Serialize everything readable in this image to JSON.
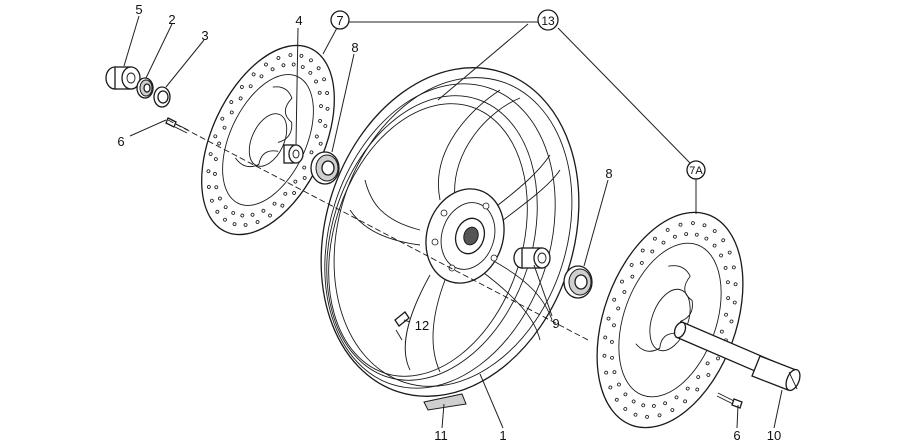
{
  "callouts": [
    {
      "id": "c5",
      "text": "5"
    },
    {
      "id": "c2",
      "text": "2"
    },
    {
      "id": "c3",
      "text": "3"
    },
    {
      "id": "c4",
      "text": "4"
    },
    {
      "id": "c7",
      "text": "7"
    },
    {
      "id": "c13",
      "text": "13"
    },
    {
      "id": "c8a",
      "text": "8"
    },
    {
      "id": "c6a",
      "text": "6"
    },
    {
      "id": "c8b",
      "text": "8"
    },
    {
      "id": "c7a",
      "text": "7A"
    },
    {
      "id": "c12",
      "text": "12"
    },
    {
      "id": "c9",
      "text": "9"
    },
    {
      "id": "c11",
      "text": "11"
    },
    {
      "id": "c1",
      "text": "1"
    },
    {
      "id": "c6b",
      "text": "6"
    },
    {
      "id": "c10",
      "text": "10"
    }
  ]
}
